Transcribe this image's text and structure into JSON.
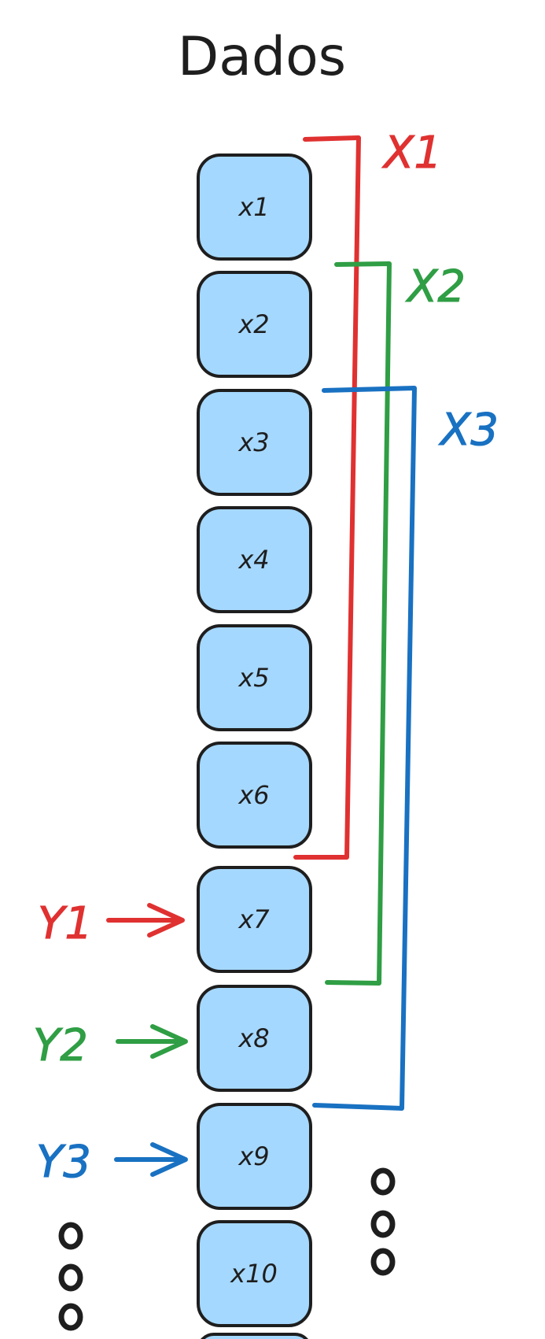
{
  "title": "Dados",
  "boxes": [
    "x1",
    "x2",
    "x3",
    "x4",
    "x5",
    "x6",
    "x7",
    "x8",
    "x9",
    "x10"
  ],
  "windows": [
    {
      "label": "X1",
      "color": "#e03131"
    },
    {
      "label": "X2",
      "color": "#2f9e44"
    },
    {
      "label": "X3",
      "color": "#1971c2"
    }
  ],
  "targets": [
    {
      "label": "Y1",
      "color": "#e03131"
    },
    {
      "label": "Y2",
      "color": "#2f9e44"
    },
    {
      "label": "Y3",
      "color": "#1971c2"
    }
  ],
  "box_fill": "#a5d8ff",
  "stroke_color": "#1e1e1e"
}
